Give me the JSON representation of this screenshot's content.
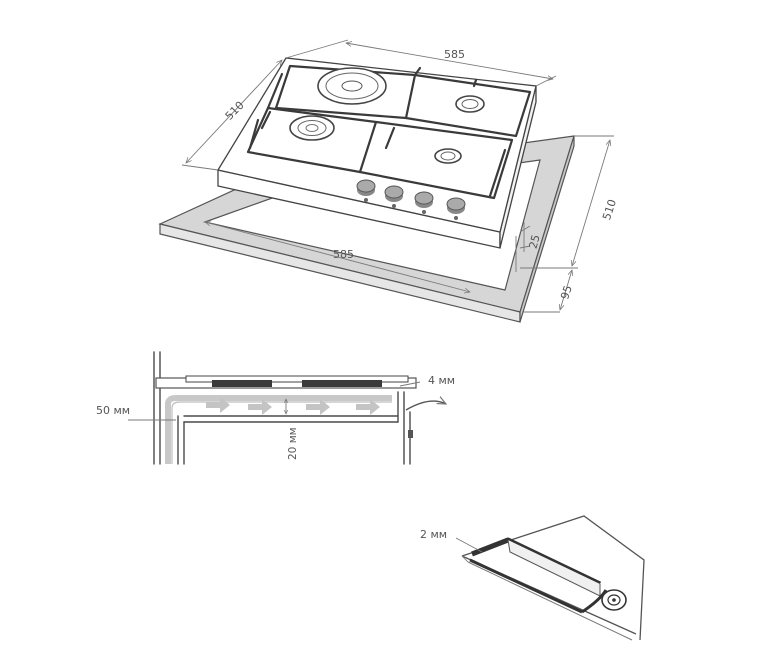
{
  "top_diagram": {
    "dim_width_top": "585",
    "dim_depth_top": "510",
    "dim_width_cutout": "585",
    "dim_depth_right": "510",
    "dim_height": "25",
    "dim_offset": "95"
  },
  "section_diagram": {
    "label_left": "50 мм",
    "label_right": "4 мм",
    "label_vertical": "20 мм"
  },
  "seal_diagram": {
    "label": "2 мм"
  },
  "colors": {
    "countertop": "#d6d6d6",
    "airflow": "#c4c4c4",
    "line": "#4a4a4a"
  }
}
